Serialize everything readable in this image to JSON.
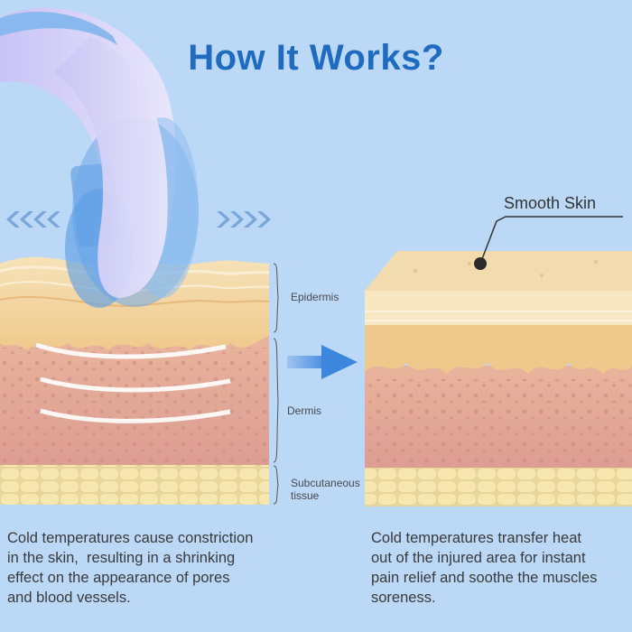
{
  "title": "How It Works?",
  "labels": {
    "epidermis": "Epidermis",
    "dermis": "Dermis",
    "subcutaneous_line1": "Subcutaneous",
    "subcutaneous_line2": "tissue",
    "smooth_skin": "Smooth Skin"
  },
  "captions": {
    "left": [
      "Cold temperatures cause constriction",
      "in the skin,  resulting in a shrinking",
      "effect on the appearance of pores",
      "and blood vessels."
    ],
    "right": [
      "Cold temperatures transfer heat",
      "out of the injured area for instant",
      "pain relief and soothe the muscles",
      "soreness."
    ]
  },
  "colors": {
    "background": "#bcd8f7",
    "title": "#1f6bc0",
    "arrow": "#4a8fe0",
    "chevron": "#7aa6dc",
    "epidermis_top": "#f3d9a8",
    "dermis": "#e2a89a",
    "fat": "#f4e3a0"
  },
  "icons": [
    "chevron-left-icon",
    "chevron-right-icon",
    "arrow-right-icon",
    "ice-roller-icon"
  ]
}
